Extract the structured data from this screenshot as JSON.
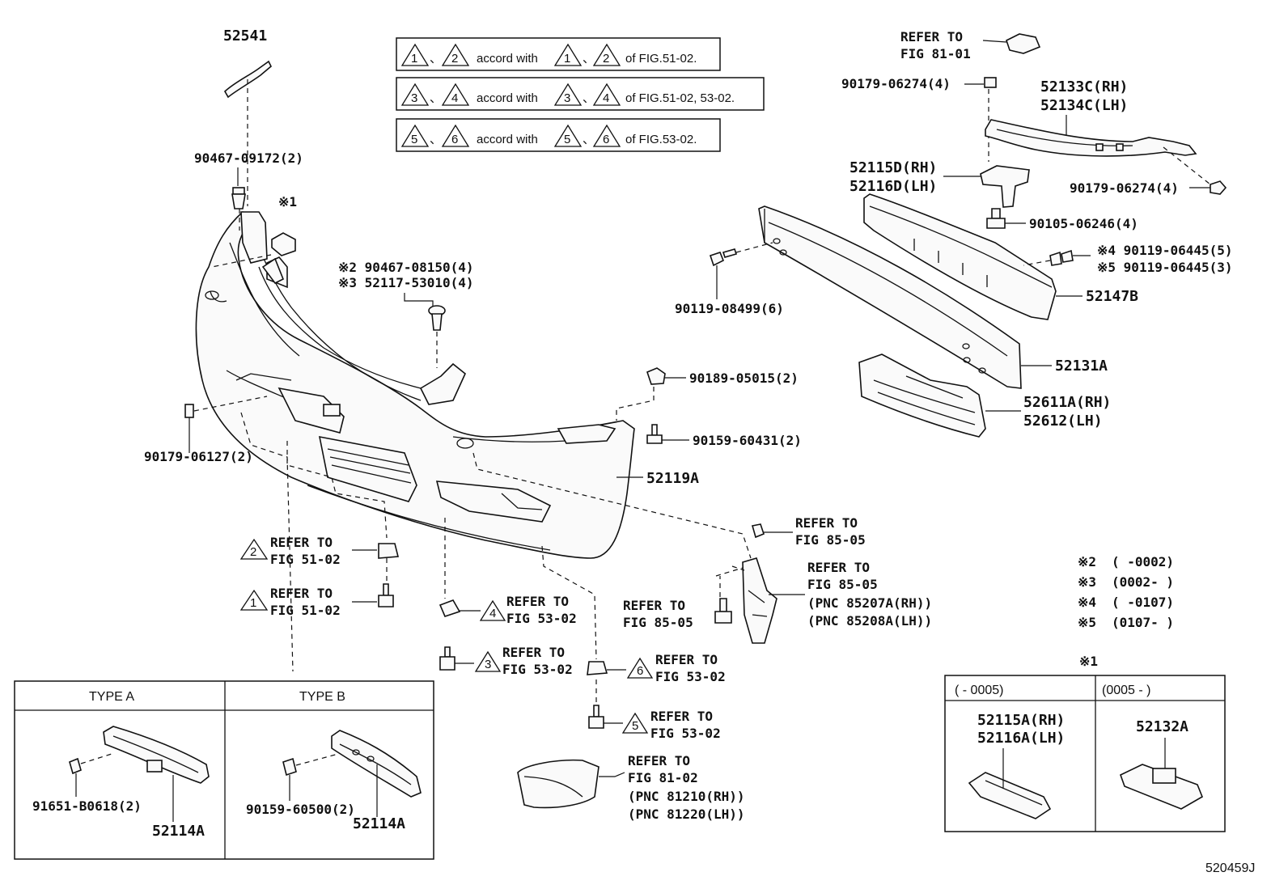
{
  "notes": {
    "row1": {
      "left": [
        "1",
        "2"
      ],
      "text": "accord with",
      "right": [
        "1",
        "2"
      ],
      "tail": "of FIG.51-02."
    },
    "row2": {
      "left": [
        "3",
        "4"
      ],
      "text": "accord with",
      "right": [
        "3",
        "4"
      ],
      "tail": "of FIG.51-02, 53-02."
    },
    "row3": {
      "left": [
        "5",
        "6"
      ],
      "text": "accord with",
      "right": [
        "5",
        "6"
      ],
      "tail": "of FIG.53-02."
    },
    "separator": "、"
  },
  "labels": {
    "p52541": "52541",
    "p90467_09172": "90467-09172(2)",
    "mark1": "※1",
    "p90467_08150": "※2 90467-08150(4)",
    "p52117_53010": "※3 52117-53010(4)",
    "p90179_06127": "90179-06127(2)",
    "p90189_05015": "90189-05015(2)",
    "p90159_60431": "90159-60431(2)",
    "p52119A": "52119A",
    "p90119_08499": "90119-08499(6)",
    "p52131A": "52131A",
    "p52147B": "52147B",
    "p52611A": "52611A(RH)",
    "p52612": "52612(LH)",
    "p52115D": "52115D(RH)",
    "p52116D": "52116D(LH)",
    "p90105_06246": "90105-06246(4)",
    "p90119_06445_4": "※4 90119-06445(5)",
    "p90119_06445_5": "※5 90119-06445(3)",
    "p52133C": "52133C(RH)",
    "p52134C": "52134C(LH)",
    "p90179_06274_a": "90179-06274(4)",
    "p90179_06274_b": "90179-06274(4)",
    "refer_81_01_a": "REFER TO",
    "refer_81_01_b": "FIG 81-01",
    "image_code": "520459J"
  },
  "refers": [
    {
      "tri": "2",
      "l1": "REFER TO",
      "l2": "FIG 51-02"
    },
    {
      "tri": "1",
      "l1": "REFER TO",
      "l2": "FIG 51-02"
    },
    {
      "tri": "4",
      "l1": "REFER TO",
      "l2": "FIG 53-02"
    },
    {
      "tri": "3",
      "l1": "REFER TO",
      "l2": "FIG 53-02"
    },
    {
      "tri": "6",
      "l1": "REFER TO",
      "l2": "FIG 53-02"
    },
    {
      "tri": "5",
      "l1": "REFER TO",
      "l2": "FIG 53-02"
    }
  ],
  "refer_85": {
    "a": {
      "l1": "REFER TO",
      "l2": "FIG 85-05"
    },
    "b": {
      "l1": "REFER TO",
      "l2": "FIG 85-05",
      "l3": "(PNC 85207A(RH))",
      "l4": "(PNC 85208A(LH))"
    },
    "c": {
      "l1": "REFER TO",
      "l2": "FIG 85-05"
    }
  },
  "refer_81_02": {
    "l1": "REFER TO",
    "l2": "FIG 81-02",
    "l3": "(PNC 81210(RH))",
    "l4": "(PNC 81220(LH))"
  },
  "legend": [
    {
      "mark": "※2",
      "range": "(      -0002)"
    },
    {
      "mark": "※3",
      "range": "(0002-      )"
    },
    {
      "mark": "※4",
      "range": "(      -0107)"
    },
    {
      "mark": "※5",
      "range": "(0107-      )"
    }
  ],
  "type_table": {
    "type_a": "TYPE A",
    "type_b": "TYPE B",
    "a_bolt": "91651-B0618(2)",
    "a_part": "52114A",
    "b_bolt": "90159-60500(2)",
    "b_part": "52114A"
  },
  "inset": {
    "mark": "※1",
    "col1_head": "(        - 0005)",
    "col2_head": "(0005 -       )",
    "col1_part_rh": "52115A(RH)",
    "col1_part_lh": "52116A(LH)",
    "col2_part": "52132A"
  }
}
